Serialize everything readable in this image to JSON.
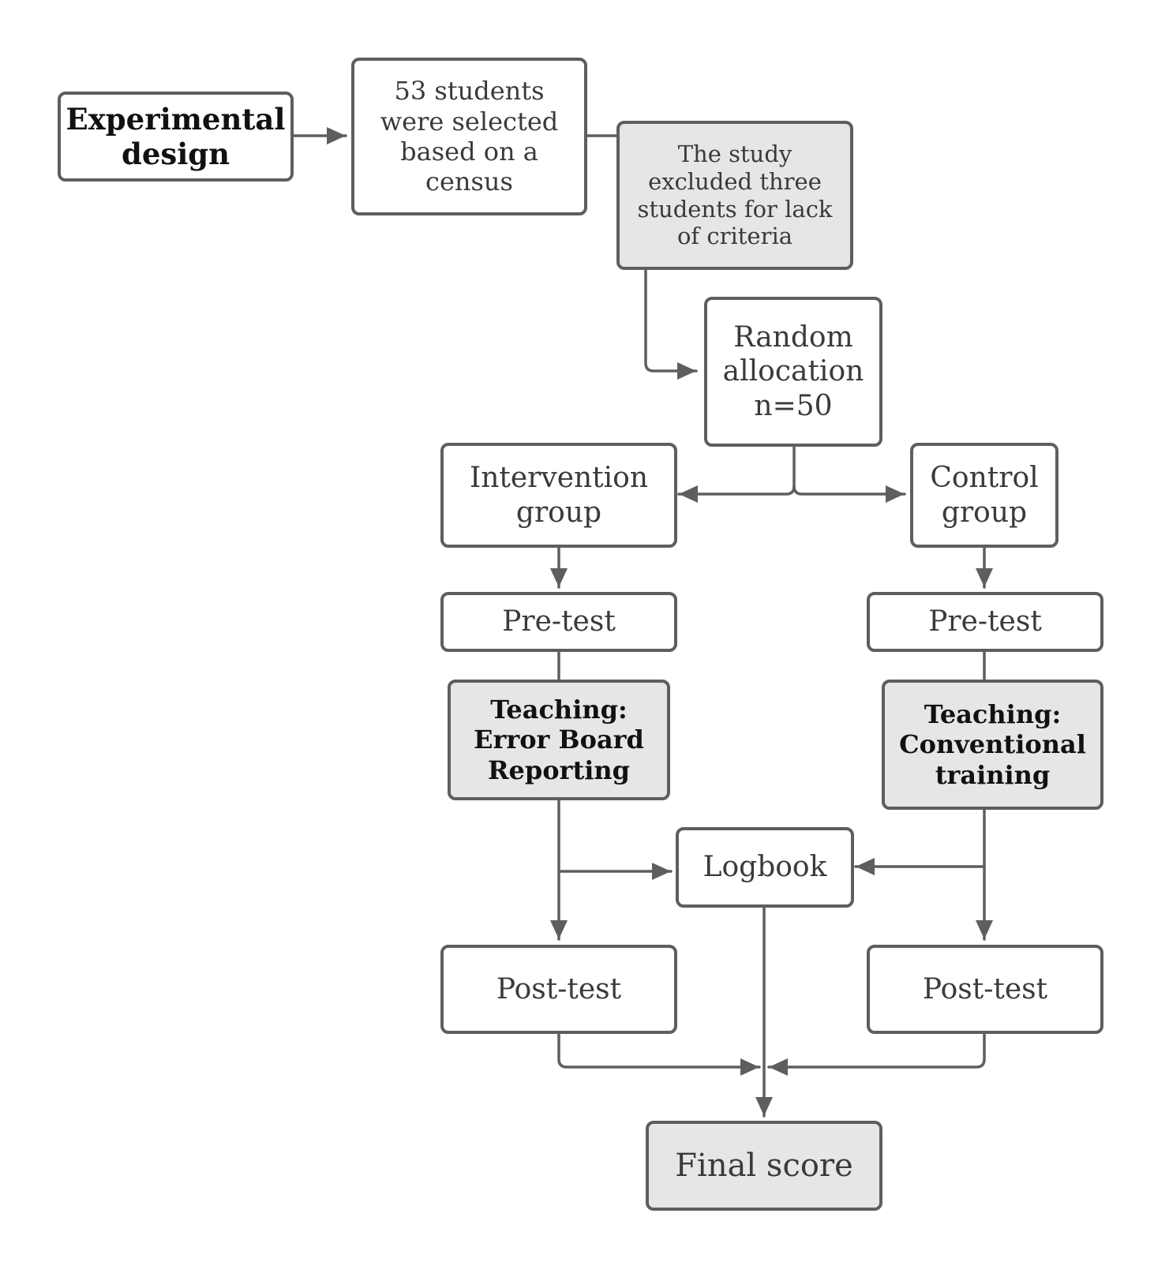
{
  "colors": {
    "border": "#5e5e5e",
    "connector": "#5e5e5e",
    "shaded_fill": "#e6e6e6",
    "text_dark": "#111111",
    "text_gray": "#3a3a3a"
  },
  "nodes": {
    "experimental_design": {
      "lines": [
        "Experimental",
        "design"
      ]
    },
    "students_selected": {
      "lines": [
        "53 students",
        "were selected",
        "based on a",
        "census"
      ]
    },
    "excluded": {
      "lines": [
        "The study",
        "excluded three",
        "students for lack",
        "of criteria"
      ]
    },
    "random_allocation": {
      "lines": [
        "Random",
        "allocation",
        "n=50"
      ]
    },
    "intervention_group": {
      "lines": [
        "Intervention",
        "group"
      ]
    },
    "control_group": {
      "lines": [
        "Control",
        "group"
      ]
    },
    "pretest_intervention": {
      "lines": [
        "Pre-test"
      ]
    },
    "pretest_control": {
      "lines": [
        "Pre-test"
      ]
    },
    "teaching_error_board": {
      "lines": [
        "Teaching:",
        "Error Board",
        "Reporting"
      ]
    },
    "teaching_conventional": {
      "lines": [
        "Teaching:",
        "Conventional",
        "training"
      ]
    },
    "logbook": {
      "lines": [
        "Logbook"
      ]
    },
    "posttest_intervention": {
      "lines": [
        "Post-test"
      ]
    },
    "posttest_control": {
      "lines": [
        "Post-test"
      ]
    },
    "final_score": {
      "lines": [
        "Final score"
      ]
    }
  }
}
